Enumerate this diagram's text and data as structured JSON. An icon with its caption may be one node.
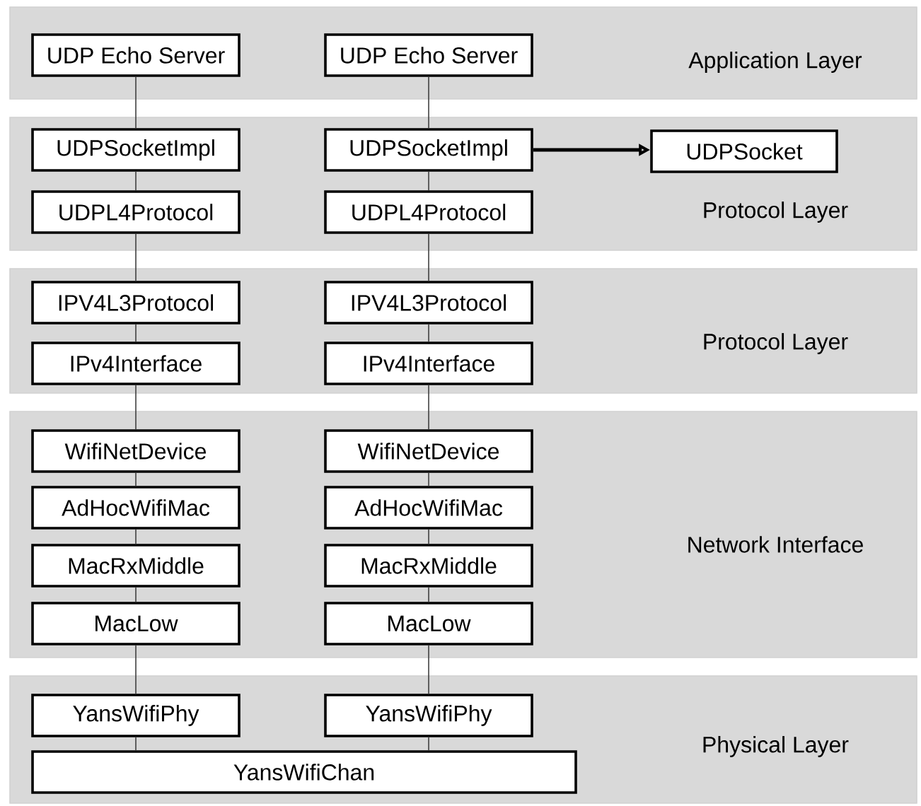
{
  "diagram": {
    "nodes": [
      {
        "text": [
          "Application Layer"
        ]
      },
      {
        "text": [
          "UDP Echo Server"
        ],
        "in": 0
      },
      {
        "text": [
          "UDP Echo Server"
        ],
        "in": 0
      },
      {
        "text": [
          "Protocol Layer"
        ]
      },
      {
        "text": [
          "UDPSocketImpl"
        ],
        "in": 3
      },
      {
        "text": [
          "UDPSocketImpl"
        ],
        "in": 3
      },
      {
        "text": [
          "UDPSocket"
        ],
        "in": 3
      },
      {
        "text": [
          "UDPL4Protocol"
        ],
        "in": 3
      },
      {
        "text": [
          "UDPL4Protocol"
        ],
        "in": 3
      },
      {
        "text": [
          "Protocol Layer"
        ]
      },
      {
        "text": [
          "IPV4L3Protocol"
        ],
        "in": 9
      },
      {
        "text": [
          "IPV4L3Protocol"
        ],
        "in": 9
      },
      {
        "text": [
          "IPv4Interface"
        ],
        "in": 9
      },
      {
        "text": [
          "IPv4Interface"
        ],
        "in": 9
      },
      {
        "text": [
          "Network Interface"
        ]
      },
      {
        "text": [
          "WifiNetDevice"
        ],
        "in": 14
      },
      {
        "text": [
          "WifiNetDevice"
        ],
        "in": 14
      },
      {
        "text": [
          "AdHocWifiMac"
        ],
        "in": 14
      },
      {
        "text": [
          "AdHocWifiMac"
        ],
        "in": 14
      },
      {
        "text": [
          "MacRxMiddle"
        ],
        "in": 14
      },
      {
        "text": [
          "MacRxMiddle"
        ],
        "in": 14
      },
      {
        "text": [
          "MacLow"
        ],
        "in": 14
      },
      {
        "text": [
          "MacLow"
        ],
        "in": 14
      },
      {
        "text": [
          "Physical Layer"
        ]
      },
      {
        "text": [
          "YansWifiPhy"
        ],
        "in": 23
      },
      {
        "text": [
          "YansWifiPhy"
        ],
        "in": 23
      },
      {
        "text": [
          "YansWifiChan"
        ],
        "in": 23
      }
    ],
    "edges": [
      {
        "from": 1,
        "to": 4,
        "arrow": "none"
      },
      {
        "from": 4,
        "to": 7,
        "arrow": "none"
      },
      {
        "from": 7,
        "to": 10,
        "arrow": "none"
      },
      {
        "from": 10,
        "to": 12,
        "arrow": "none"
      },
      {
        "from": 12,
        "to": 15,
        "arrow": "none"
      },
      {
        "from": 15,
        "to": 17,
        "arrow": "none"
      },
      {
        "from": 17,
        "to": 19,
        "arrow": "none"
      },
      {
        "from": 19,
        "to": 21,
        "arrow": "none"
      },
      {
        "from": 21,
        "to": 24,
        "arrow": "none"
      },
      {
        "from": 24,
        "to": 26,
        "arrow": "none"
      },
      {
        "from": 2,
        "to": 5,
        "arrow": "none"
      },
      {
        "from": 5,
        "to": 8,
        "arrow": "none"
      },
      {
        "from": 8,
        "to": 11,
        "arrow": "none"
      },
      {
        "from": 11,
        "to": 13,
        "arrow": "none"
      },
      {
        "from": 13,
        "to": 16,
        "arrow": "none"
      },
      {
        "from": 16,
        "to": 18,
        "arrow": "none"
      },
      {
        "from": 18,
        "to": 20,
        "arrow": "none"
      },
      {
        "from": 20,
        "to": 22,
        "arrow": "none"
      },
      {
        "from": 22,
        "to": 25,
        "arrow": "none"
      },
      {
        "from": 25,
        "to": 26,
        "arrow": "none"
      },
      {
        "from": 5,
        "to": 6,
        "arrow": "to",
        "style": "thick"
      }
    ]
  }
}
